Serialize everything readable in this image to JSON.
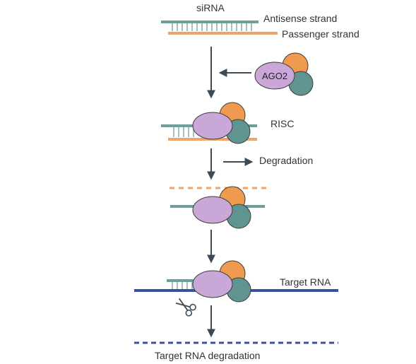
{
  "labels": {
    "sirna": "siRNA",
    "antisense": "Antisense strand",
    "passenger": "Passenger strand",
    "ago2": "AGO2",
    "risc": "RISC",
    "degradation": "Degradation",
    "target_rna": "Target RNA",
    "target_degradation": "Target RNA degradation"
  },
  "colors": {
    "antisense": "#6e9e9a",
    "passenger": "#f0a268",
    "argonaute_body": "#c9a8d8",
    "argonaute_orange": "#ef9a4f",
    "argonaute_teal": "#5e9590",
    "target_rna": "#3b4fa0",
    "arrow": "#3d4b57"
  },
  "icons": [
    "scissors-icon"
  ]
}
